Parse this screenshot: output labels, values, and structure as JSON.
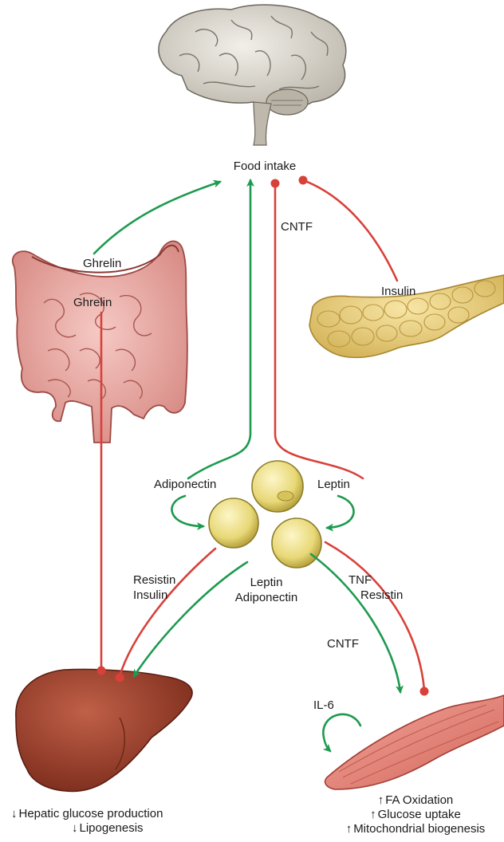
{
  "diagram": {
    "food_intake": "Food intake",
    "labels": {
      "cntf_top": "CNTF",
      "ghrelin_top": "Ghrelin",
      "insulin_pancreas": "Insulin",
      "ghrelin_gut": "Ghrelin",
      "adiponectin_left": "Adiponectin",
      "leptin_right": "Leptin",
      "resistin_left": "Resistin",
      "insulin_left": "Insulin",
      "leptin_mid": "Leptin",
      "adiponectin_mid": "Adiponectin",
      "tnf": "TNF",
      "resistin_right": "Resistin",
      "cntf_muscle": "CNTF",
      "il6": "IL-6"
    },
    "liver_effects": [
      {
        "direction": "down",
        "text": "Hepatic glucose production"
      },
      {
        "direction": "down",
        "text": "Lipogenesis"
      }
    ],
    "muscle_effects": [
      {
        "direction": "up",
        "text": "FA Oxidation"
      },
      {
        "direction": "up",
        "text": "Glucose uptake"
      },
      {
        "direction": "up",
        "text": "Mitochondrial biogenesis"
      }
    ],
    "colors": {
      "stimulate": "#1d9a4f",
      "inhibit": "#d8413a"
    }
  }
}
